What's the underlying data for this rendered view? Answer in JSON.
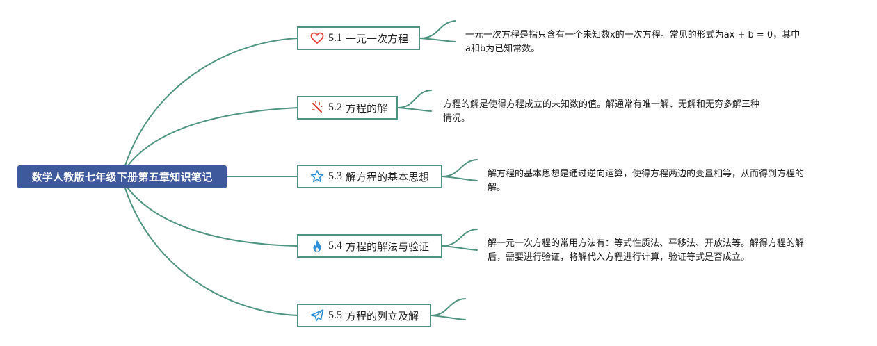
{
  "root": {
    "title": "数学人教版七年级下册第五章知识笔记"
  },
  "topics": [
    {
      "num": "5.1",
      "label": "一元一次方程",
      "icon": "heart-icon",
      "note": [
        "一元一次方程是指只含有一个未知数x的一次方程。常见的形式为ax + b = 0，其中",
        "a和b为已知常数。"
      ]
    },
    {
      "num": "5.2",
      "label": "方程的解",
      "icon": "magic-wand-icon",
      "note": [
        "方程的解是使得方程成立的未知数的值。解通常有唯一解、无解和无穷多解三种",
        "情况。"
      ]
    },
    {
      "num": "5.3",
      "label": "解方程的基本思想",
      "icon": "star-icon",
      "note": [
        "解方程的基本思想是通过逆向运算，使得方程两边的变量相等，从而得到方程的",
        "解。"
      ]
    },
    {
      "num": "5.4",
      "label": "方程的解法与验证",
      "icon": "fire-icon",
      "note": [
        "解一元一次方程的常用方法有：等式性质法、平移法、开放法等。解得方程的解",
        "后，需要进行验证，将解代入方程进行计算，验证等式是否成立。"
      ]
    },
    {
      "num": "5.5",
      "label": "方程的列立及解",
      "icon": "paper-plane-icon",
      "note": []
    }
  ],
  "colors": {
    "root_fill": "#3f5a9c",
    "link": "#4f9480",
    "heart": "#e0463a",
    "wand": "#d9352b",
    "star": "#2f8fd6",
    "fire": "#2f8fd6",
    "plane": "#2f8fd6"
  }
}
